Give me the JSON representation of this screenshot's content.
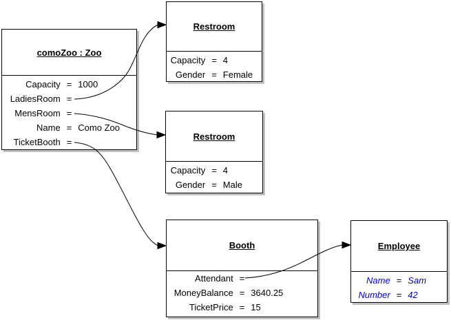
{
  "diagram": {
    "background": "#ffffff",
    "colors": {
      "box_border": "#000000",
      "box_shadow": "#c0c0c0",
      "connector": "#000000",
      "employee_attr_text": "#0000cc"
    },
    "nodes": [
      {
        "id": "comoZoo",
        "title": "comoZoo : Zoo",
        "attributes": [
          {
            "name": "Capacity",
            "op": "=",
            "value": "1000"
          },
          {
            "name": "LadiesRoom",
            "op": "=",
            "value": ""
          },
          {
            "name": "MensRoom",
            "op": "=",
            "value": ""
          },
          {
            "name": "Name",
            "op": "=",
            "value": "Como Zoo"
          },
          {
            "name": "TicketBooth",
            "op": "=",
            "value": ""
          }
        ]
      },
      {
        "id": "restroom-female",
        "title": "Restroom",
        "attributes": [
          {
            "name": "Capacity",
            "op": "=",
            "value": "4"
          },
          {
            "name": "Gender",
            "op": "=",
            "value": "Female"
          }
        ]
      },
      {
        "id": "restroom-male",
        "title": "Restroom",
        "attributes": [
          {
            "name": "Capacity",
            "op": "=",
            "value": "4"
          },
          {
            "name": "Gender",
            "op": "=",
            "value": "Male"
          }
        ]
      },
      {
        "id": "booth",
        "title": "Booth",
        "attributes": [
          {
            "name": "Attendant",
            "op": "=",
            "value": ""
          },
          {
            "name": "MoneyBalance",
            "op": "=",
            "value": "3640.25"
          },
          {
            "name": "TicketPrice",
            "op": "=",
            "value": "15"
          }
        ]
      },
      {
        "id": "employee",
        "title": "Employee",
        "attributes": [
          {
            "name": "Name",
            "op": "=",
            "value": "Sam"
          },
          {
            "name": "Number",
            "op": "=",
            "value": "42"
          }
        ]
      }
    ],
    "edges": [
      {
        "from": "comoZoo.LadiesRoom",
        "to": "restroom-female"
      },
      {
        "from": "comoZoo.MensRoom",
        "to": "restroom-male"
      },
      {
        "from": "comoZoo.TicketBooth",
        "to": "booth"
      },
      {
        "from": "booth.Attendant",
        "to": "employee"
      }
    ]
  }
}
